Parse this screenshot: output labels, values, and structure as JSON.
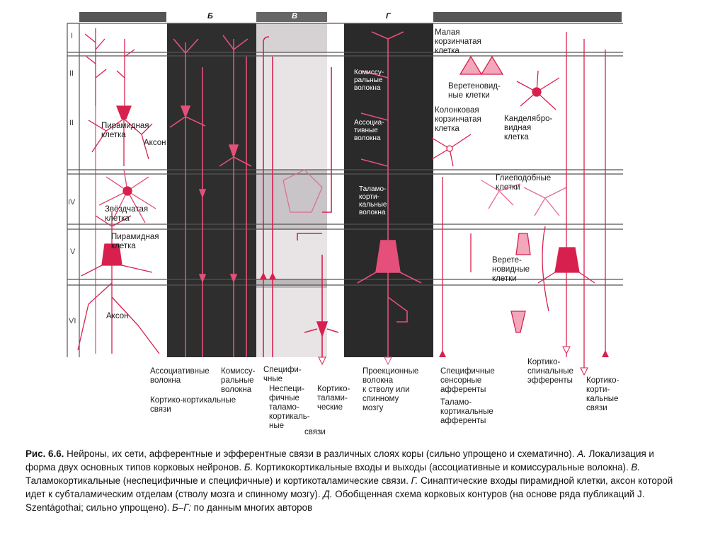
{
  "panels": [
    "Б",
    "В",
    "Г"
  ],
  "layers": [
    "I",
    "II",
    "II",
    "IV",
    "V",
    "VI"
  ],
  "labels": {
    "pyramid_cell": "Пирамидная\nклетка",
    "axon_a": "Аксон",
    "stellate_cell": "Звёздчатая\nклетка",
    "pyramid_cell_2": "Пирамидная\nклетка",
    "axon_a2": "Аксон",
    "commissural_fibers_g": "Комиссу-\nральные\nволокна",
    "assoc_fibers_g": "Ассоциа-\nтивные\nволокна",
    "thalamo_fibers_g": "Таламо-\nкорти-\nкальные\nволокна",
    "small_basket": "Малая\nкорзинчатая\nклетка",
    "spindle_top": "Веретеновид-\nные клетки",
    "column_basket": "Колонковая\nкорзинчатая\nклетка",
    "chandelier": "Канделябро-\nвидная\nклетка",
    "glia_like": "Глиеподобные\nклетки",
    "spindle_bottom": "Верете-\nновидные\nклетки",
    "assoc_fibers": "Ассоциативные\nволокна",
    "commiss_fibers": "Комиссу-\nральные\nволокна",
    "cortico_cortical_b": "Кортико-кортикальные\nсвязи",
    "specific": "Специфи-\nчные",
    "nonspecific": "Неспеци-\nфичные\nталамо-\nкортикаль-\nные",
    "links": "связи",
    "corticothalamic": "Кортико-\nталами-\nческие",
    "projection": "Проекционные\nволокна\nк стволу или\nспинному\nмозгу",
    "specific_sensory": "Специфичные\nсенсорные\nафференты",
    "thalamocortical_aff": "Таламо-\nкортикальные\nафференты",
    "corticospinal": "Кортико-\nспинальные\nэфференты",
    "corticocortical_d": "Кортико-\nкорти-\nкальные\nсвязи"
  },
  "caption": {
    "fig": "Рис. 6.6.",
    "text": " Нейроны, их сети, афферентные и эфферентные связи в различных слоях коры (сильно упрощено и схематично). ",
    "a_mark": "А.",
    "a_text": " Локализация и форма двух основных типов корковых нейронов. ",
    "b_mark": "Б.",
    "b_text": " Кортикокортикальные входы и выходы (ассоциативные и комиссуральные волокна). ",
    "v_mark": "В.",
    "v_text": " Таламокортикальные (неспецифичные и специфичные) и кортикоталамические связи. ",
    "g_mark": "Г.",
    "g_text": " Синаптические входы пирамидной клетки, аксон которой идет к субталамическим отделам (стволу мозга и спинному мозгу). ",
    "d_mark": "Д.",
    "d_text": " Обобщенная схема корковых контуров (на основе ряда публикаций J. Szentágothai; сильно упрощено). ",
    "bg_mark": "Б–Г:",
    "bg_text": " по данным многих авторов"
  },
  "colors": {
    "neuron": "#d8204e",
    "panel_dark": "#2b2b2b",
    "light": "#f4c6d2"
  }
}
